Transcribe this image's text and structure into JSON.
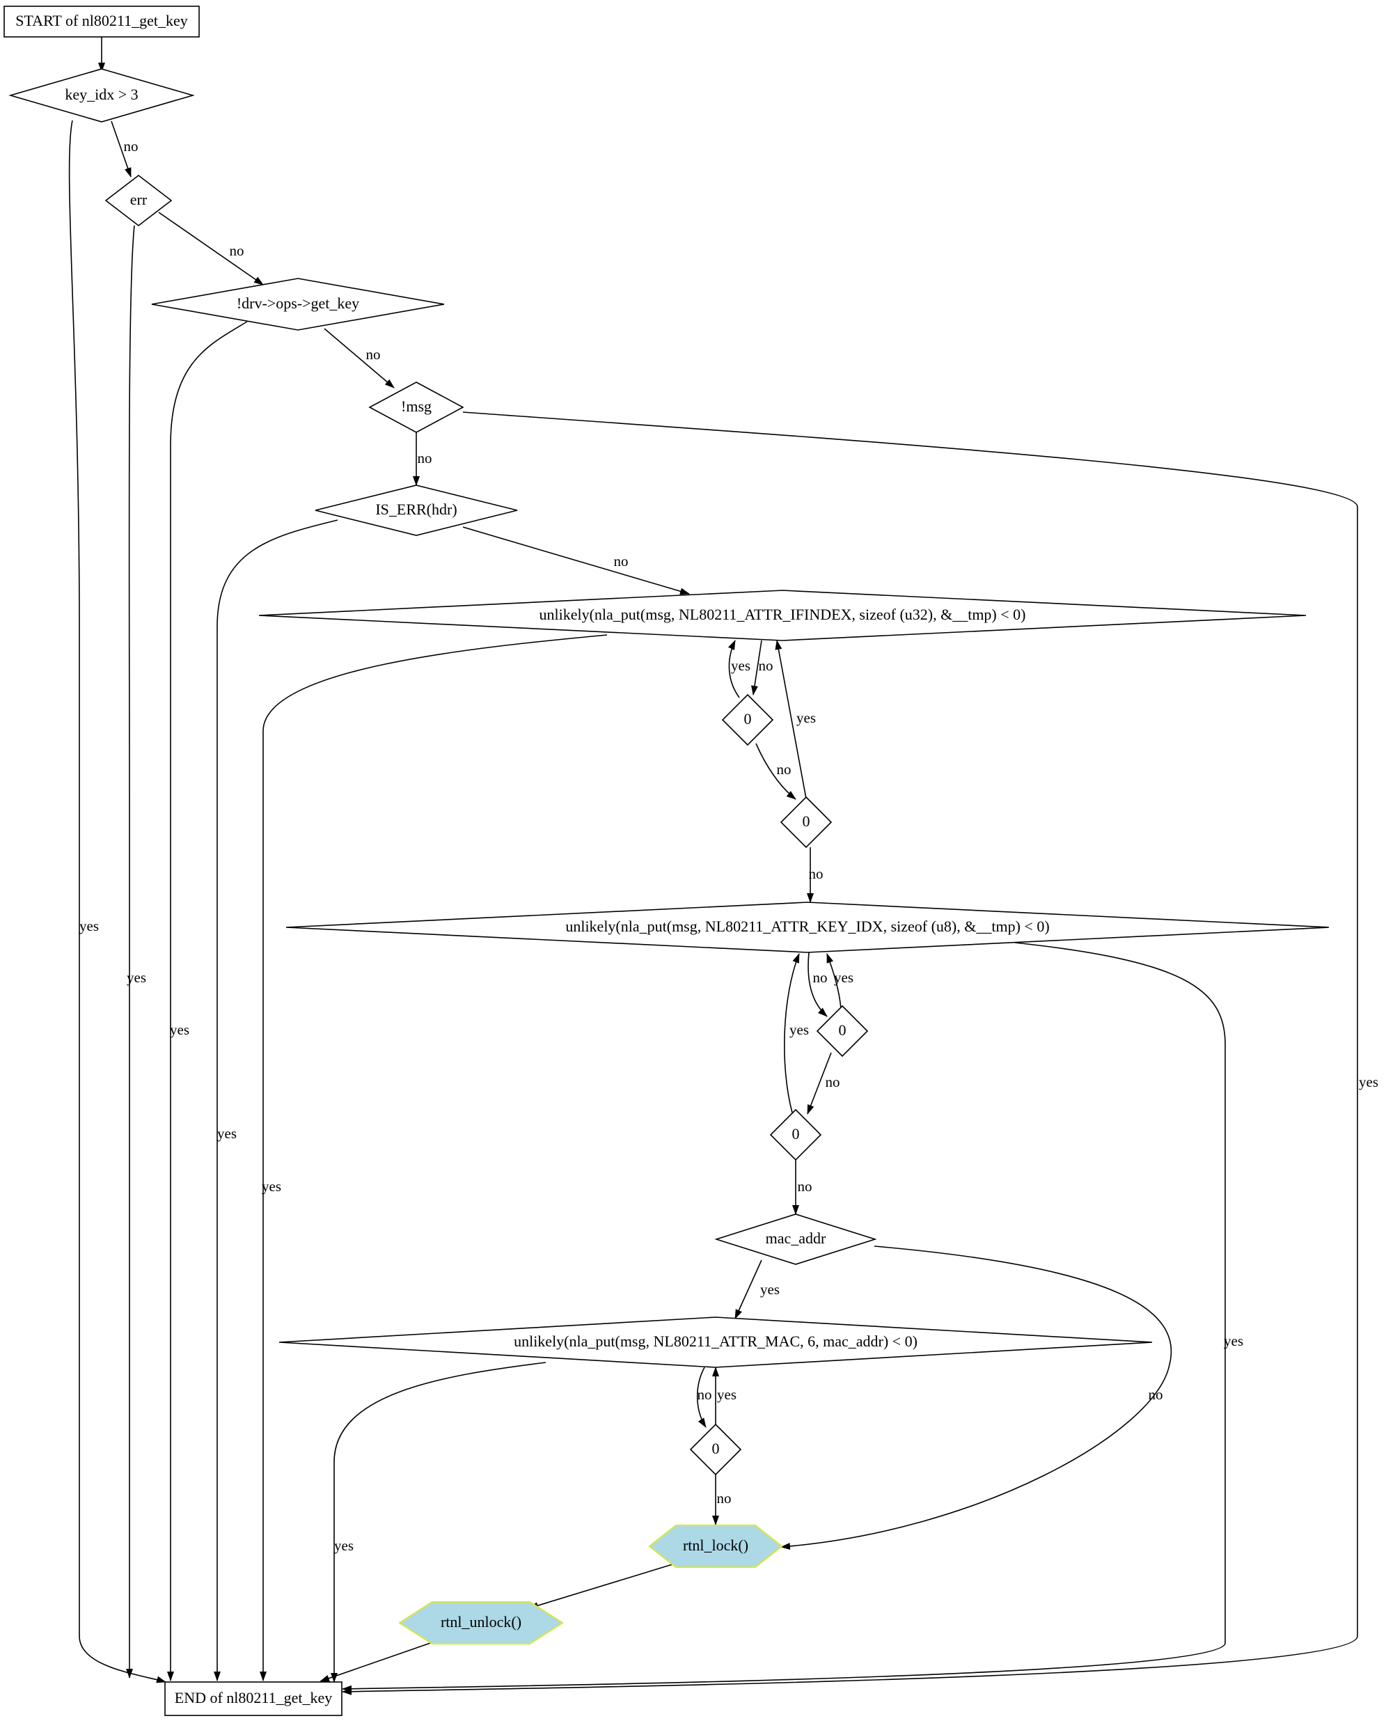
{
  "flowchart": {
    "nodes": [
      {
        "id": "start",
        "label": "START of nl80211_get_key",
        "shape": "box"
      },
      {
        "id": "d_keyidx",
        "label": "key_idx > 3",
        "shape": "diamond"
      },
      {
        "id": "d_err",
        "label": "err",
        "shape": "diamond"
      },
      {
        "id": "d_getkey",
        "label": "!drv->ops->get_key",
        "shape": "diamond"
      },
      {
        "id": "d_msg",
        "label": "!msg",
        "shape": "diamond"
      },
      {
        "id": "d_iserr",
        "label": "IS_ERR(hdr)",
        "shape": "diamond"
      },
      {
        "id": "d_ifindex",
        "label": "unlikely(nla_put(msg, NL80211_ATTR_IFINDEX, sizeof (u32), &__tmp) < 0)",
        "shape": "diamond"
      },
      {
        "id": "z1",
        "label": "0",
        "shape": "diamond"
      },
      {
        "id": "z2",
        "label": "0",
        "shape": "diamond"
      },
      {
        "id": "d_keyidx2",
        "label": "unlikely(nla_put(msg, NL80211_ATTR_KEY_IDX, sizeof (u8), &__tmp) < 0)",
        "shape": "diamond"
      },
      {
        "id": "z3",
        "label": "0",
        "shape": "diamond"
      },
      {
        "id": "z4",
        "label": "0",
        "shape": "diamond"
      },
      {
        "id": "d_macaddr",
        "label": "mac_addr",
        "shape": "diamond"
      },
      {
        "id": "d_mac",
        "label": "unlikely(nla_put(msg, NL80211_ATTR_MAC, 6, mac_addr) < 0)",
        "shape": "diamond"
      },
      {
        "id": "z5",
        "label": "0",
        "shape": "diamond"
      },
      {
        "id": "rtnl_lock",
        "label": "rtnl_lock()",
        "shape": "hexagon"
      },
      {
        "id": "rtnl_unlock",
        "label": "rtnl_unlock()",
        "shape": "hexagon"
      },
      {
        "id": "end",
        "label": "END of nl80211_get_key",
        "shape": "box"
      }
    ],
    "edges": [
      {
        "from": "start",
        "to": "d_keyidx",
        "label": ""
      },
      {
        "from": "d_keyidx",
        "to": "end",
        "label": "yes"
      },
      {
        "from": "d_keyidx",
        "to": "d_err",
        "label": "no"
      },
      {
        "from": "d_err",
        "to": "end",
        "label": "yes"
      },
      {
        "from": "d_err",
        "to": "d_getkey",
        "label": "no"
      },
      {
        "from": "d_getkey",
        "to": "end",
        "label": "yes"
      },
      {
        "from": "d_getkey",
        "to": "d_msg",
        "label": "no"
      },
      {
        "from": "d_msg",
        "to": "end",
        "label": "yes"
      },
      {
        "from": "d_msg",
        "to": "d_iserr",
        "label": "no"
      },
      {
        "from": "d_iserr",
        "to": "end",
        "label": "yes"
      },
      {
        "from": "d_iserr",
        "to": "d_ifindex",
        "label": "no"
      },
      {
        "from": "d_ifindex",
        "to": "end",
        "label": "yes"
      },
      {
        "from": "d_ifindex",
        "to": "z1",
        "label": "no"
      },
      {
        "from": "z1",
        "to": "d_ifindex",
        "label": "yes"
      },
      {
        "from": "z1",
        "to": "z2",
        "label": "no"
      },
      {
        "from": "z2",
        "to": "d_ifindex",
        "label": "yes"
      },
      {
        "from": "z2",
        "to": "d_keyidx2",
        "label": "no"
      },
      {
        "from": "d_keyidx2",
        "to": "end",
        "label": "yes"
      },
      {
        "from": "d_keyidx2",
        "to": "z3",
        "label": "no"
      },
      {
        "from": "z3",
        "to": "d_keyidx2",
        "label": "yes"
      },
      {
        "from": "z3",
        "to": "z4",
        "label": "no"
      },
      {
        "from": "z4",
        "to": "d_keyidx2",
        "label": "yes"
      },
      {
        "from": "z4",
        "to": "d_macaddr",
        "label": "no"
      },
      {
        "from": "d_macaddr",
        "to": "d_mac",
        "label": "yes"
      },
      {
        "from": "d_macaddr",
        "to": "rtnl_lock",
        "label": "no"
      },
      {
        "from": "d_mac",
        "to": "end",
        "label": "yes"
      },
      {
        "from": "d_mac",
        "to": "z5",
        "label": "no"
      },
      {
        "from": "z5",
        "to": "d_mac",
        "label": "yes"
      },
      {
        "from": "z5",
        "to": "rtnl_lock",
        "label": "no"
      },
      {
        "from": "rtnl_lock",
        "to": "rtnl_unlock",
        "label": ""
      },
      {
        "from": "rtnl_unlock",
        "to": "end",
        "label": ""
      }
    ]
  },
  "colors": {
    "hex_fill": "#add8e6",
    "hex_stroke": "#d4e84a",
    "line": "#000000",
    "background": "#ffffff"
  }
}
